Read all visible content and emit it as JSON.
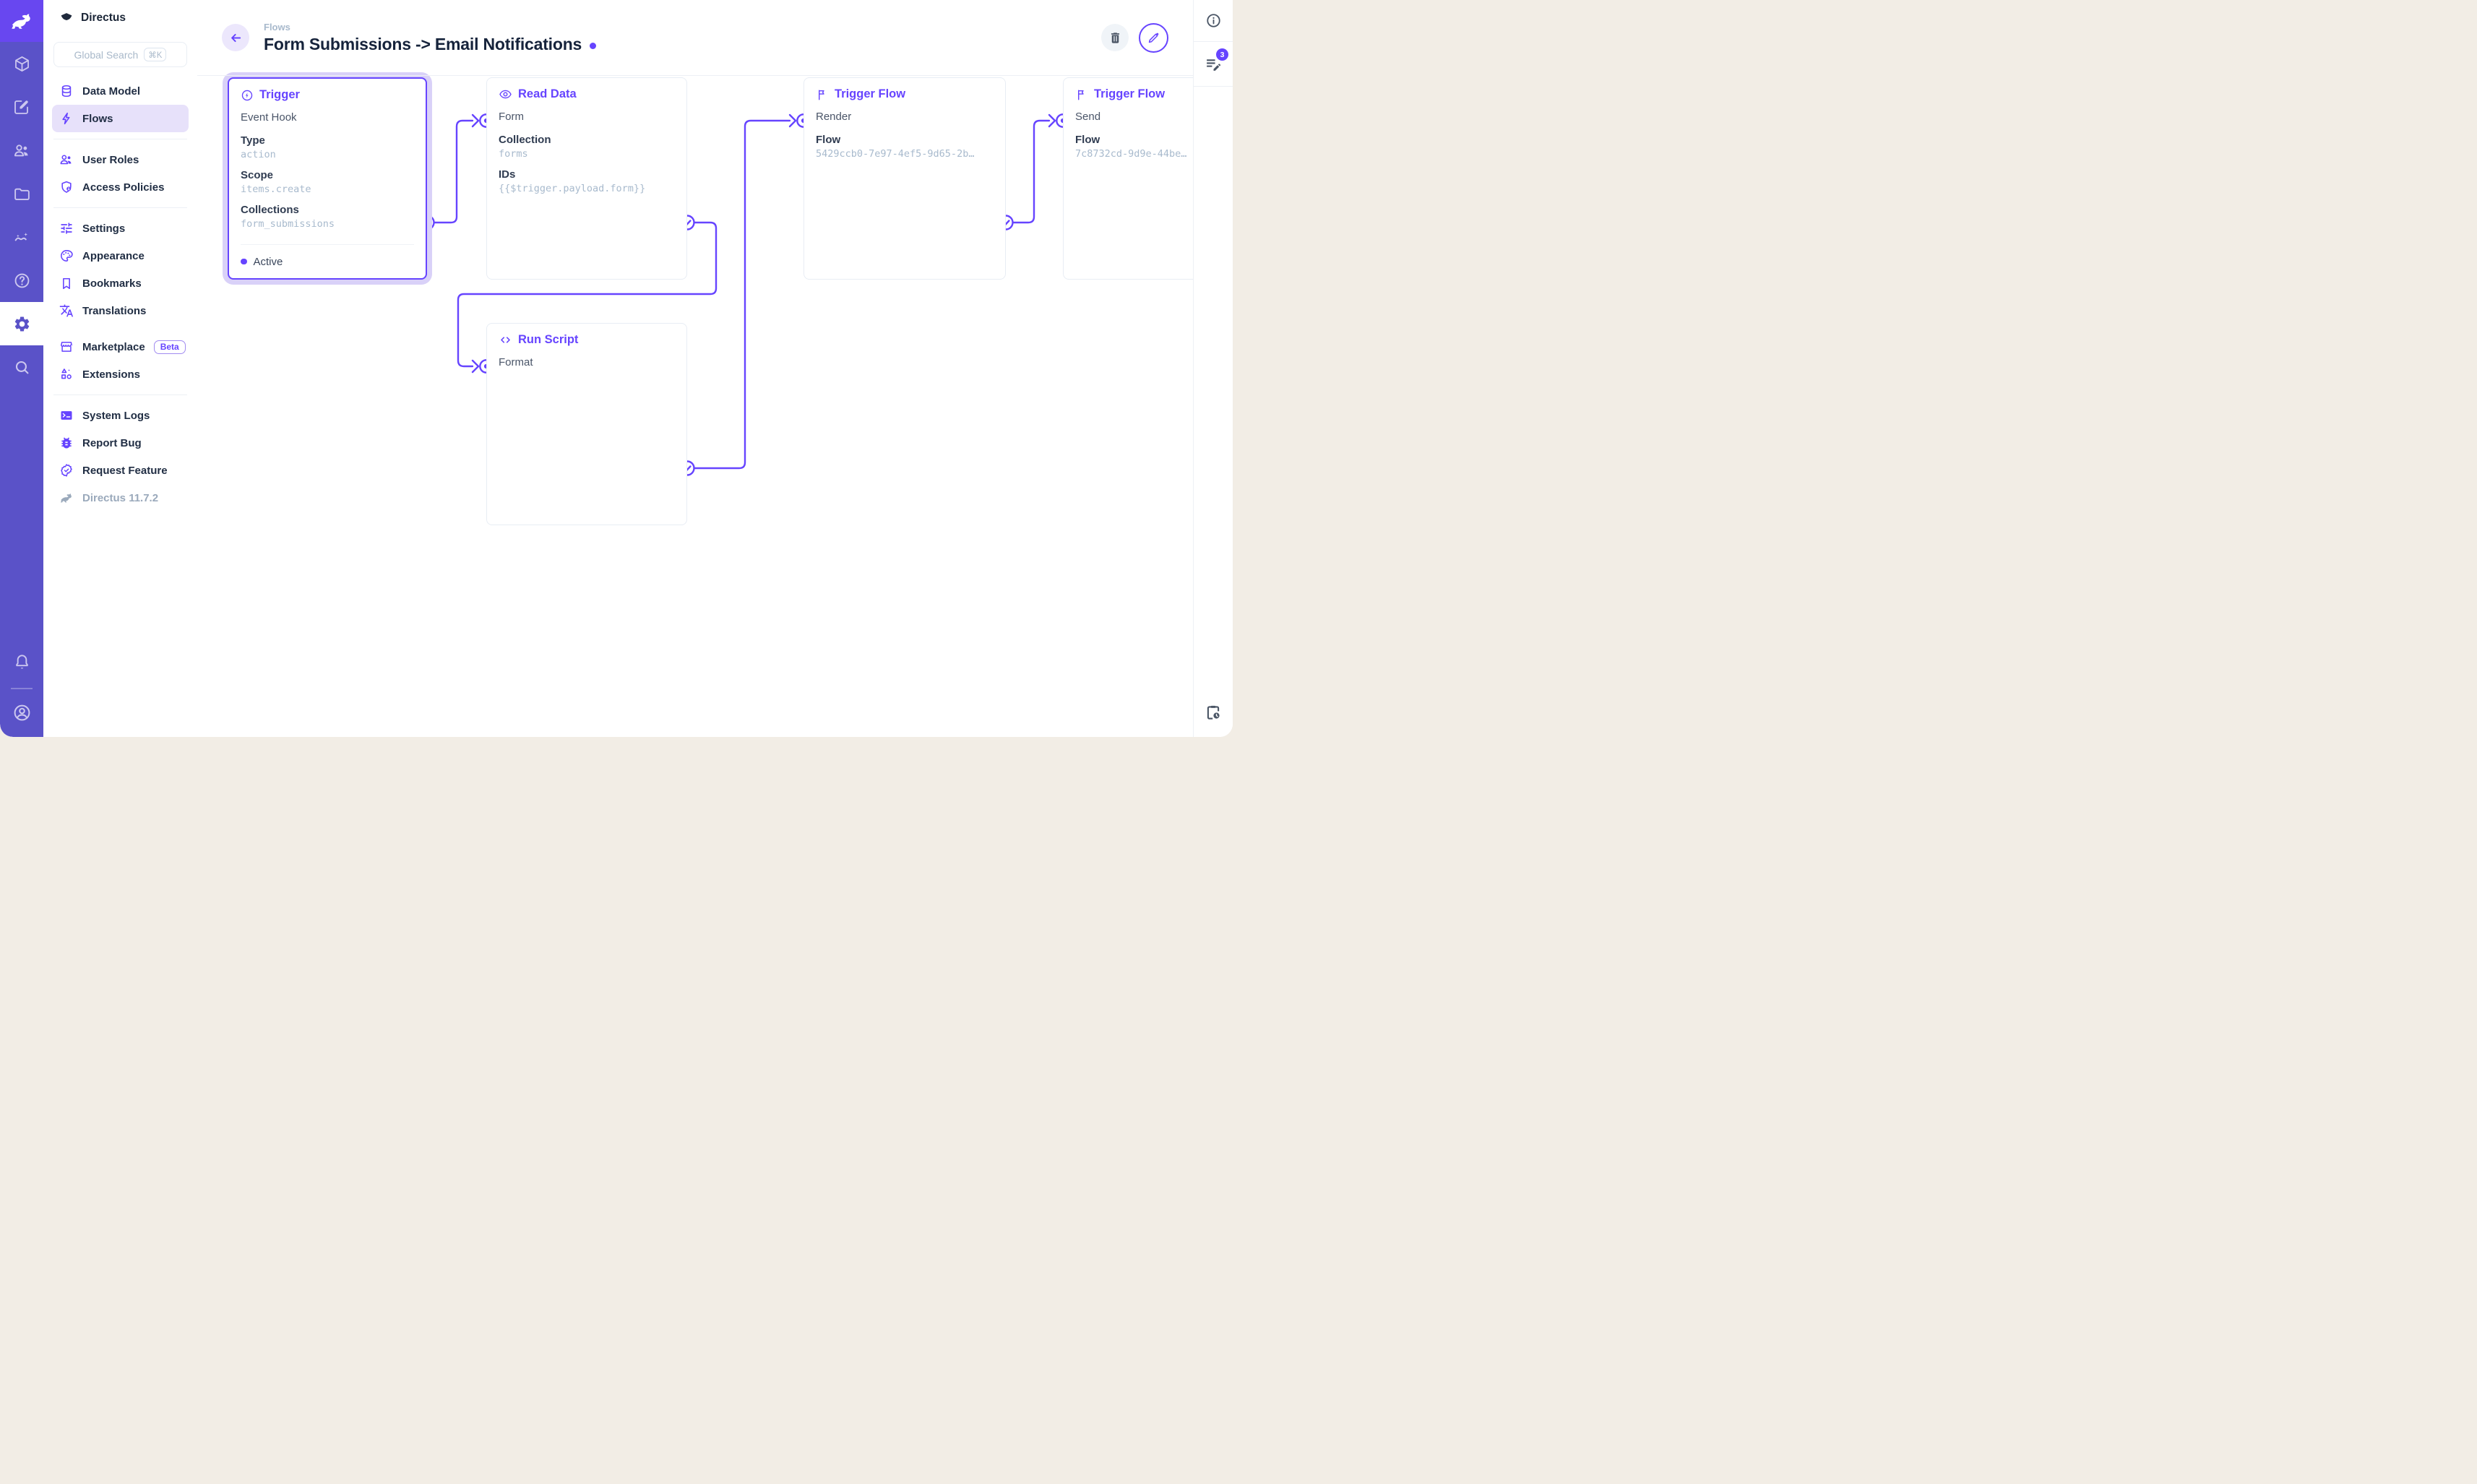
{
  "project": {
    "name": "Directus"
  },
  "search": {
    "placeholder": "Global Search",
    "shortcut": "⌘K"
  },
  "module_bar": {
    "icons": [
      "directus-logo",
      "content-cube",
      "editor",
      "user-directory",
      "file-library",
      "insights",
      "documentation",
      "settings-gear",
      "search",
      "notifications-bell",
      "user-avatar"
    ]
  },
  "nav": {
    "items": [
      {
        "label": "Data Model",
        "icon": "database"
      },
      {
        "label": "Flows",
        "icon": "bolt"
      },
      {
        "label": "User Roles",
        "icon": "people"
      },
      {
        "label": "Access Policies",
        "icon": "shield-user"
      },
      {
        "label": "Settings",
        "icon": "tune"
      },
      {
        "label": "Appearance",
        "icon": "palette"
      },
      {
        "label": "Bookmarks",
        "icon": "bookmark"
      },
      {
        "label": "Translations",
        "icon": "translate"
      },
      {
        "label": "Marketplace",
        "icon": "storefront",
        "badge": "Beta"
      },
      {
        "label": "Extensions",
        "icon": "shapes"
      },
      {
        "label": "System Logs",
        "icon": "terminal"
      },
      {
        "label": "Report Bug",
        "icon": "bug"
      },
      {
        "label": "Request Feature",
        "icon": "verified"
      }
    ],
    "version": "Directus 11.7.2"
  },
  "header": {
    "breadcrumb": "Flows",
    "title": "Form Submissions -> Email Notifications"
  },
  "flow": {
    "panels": [
      {
        "title": "Trigger",
        "icon": "bolt-circle",
        "subtitle": "Event Hook",
        "fields": [
          {
            "label": "Type",
            "value": "action"
          },
          {
            "label": "Scope",
            "value": "items.create"
          },
          {
            "label": "Collections",
            "value": "form_submissions"
          }
        ],
        "status": "Active"
      },
      {
        "title": "Read Data",
        "icon": "eye",
        "input": "Form",
        "fields": [
          {
            "label": "Collection",
            "value": "forms"
          },
          {
            "label": "IDs",
            "value": "{{$trigger.payload.form}}"
          }
        ]
      },
      {
        "title": "Trigger Flow",
        "icon": "flag",
        "input": "Render",
        "fields": [
          {
            "label": "Flow",
            "value": "5429ccb0-7e97-4ef5-9d65-2b…"
          }
        ]
      },
      {
        "title": "Trigger Flow",
        "icon": "flag",
        "input": "Send",
        "fields": [
          {
            "label": "Flow",
            "value": "7c8732cd-9d9e-44be…"
          }
        ]
      },
      {
        "title": "Run Script",
        "icon": "code",
        "input": "Format"
      }
    ]
  },
  "sidebar_right": {
    "icons": [
      "info",
      "activity-log",
      "clipboard-clock"
    ],
    "logs_badge": "3"
  },
  "colors": {
    "accent": "#6644FF",
    "module_bar": "#5A52C8",
    "logo_tile": "#6847F0",
    "canvas_bg": "#FFFFFF",
    "page_bg": "#F2EDE5"
  }
}
